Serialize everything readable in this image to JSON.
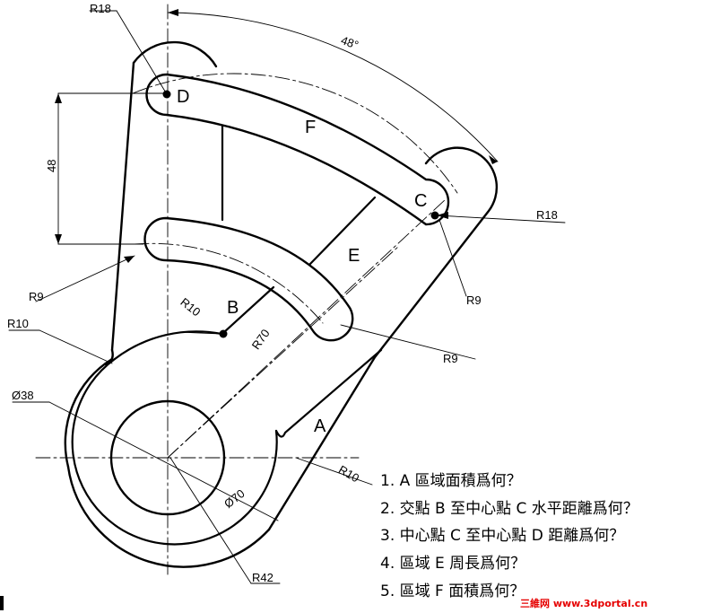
{
  "points": {
    "A": "A",
    "B": "B",
    "C": "C",
    "D": "D",
    "E": "E",
    "F": "F"
  },
  "dimensions": {
    "r18_top": "R18",
    "angle_48": "48°",
    "len_48": "48",
    "r18_right": "R18",
    "r9_left": "R9",
    "r9_right": "R9",
    "r9_bottom": "R9",
    "r10_left": "R10",
    "r10_slot": "R10",
    "r70": "R70",
    "dia_38": "Ø38",
    "dia_70": "Ø70",
    "r10_right": "R10",
    "r42": "R42"
  },
  "questions": [
    "1.  A 區域面積爲何？",
    "2.  交點 B 至中心點 C 水平距離爲何？",
    "3.  中心點 C 至中心點 D 距離爲何？",
    "4.  區域 E 周長爲何？",
    "5.  區域 F 面積爲何？"
  ],
  "watermark": "三維网 www.3dportal.cn"
}
